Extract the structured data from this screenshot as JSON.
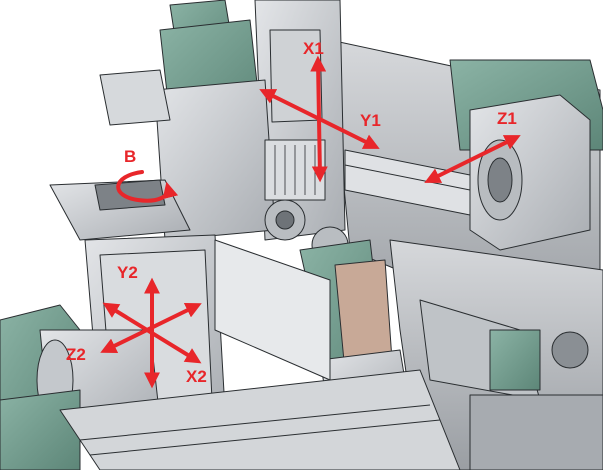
{
  "axes": {
    "x1": "X1",
    "y1": "Y1",
    "z1": "Z1",
    "b": "B",
    "y2": "Y2",
    "z2": "Z2",
    "x2": "X2"
  },
  "colors": {
    "arrow": "#e8262a",
    "machine_green": "#6f9a8c",
    "machine_green_dark": "#4c7366",
    "machine_grey": "#c9ccd0",
    "machine_grey_dark": "#8e9398",
    "background": "#ffffff"
  }
}
